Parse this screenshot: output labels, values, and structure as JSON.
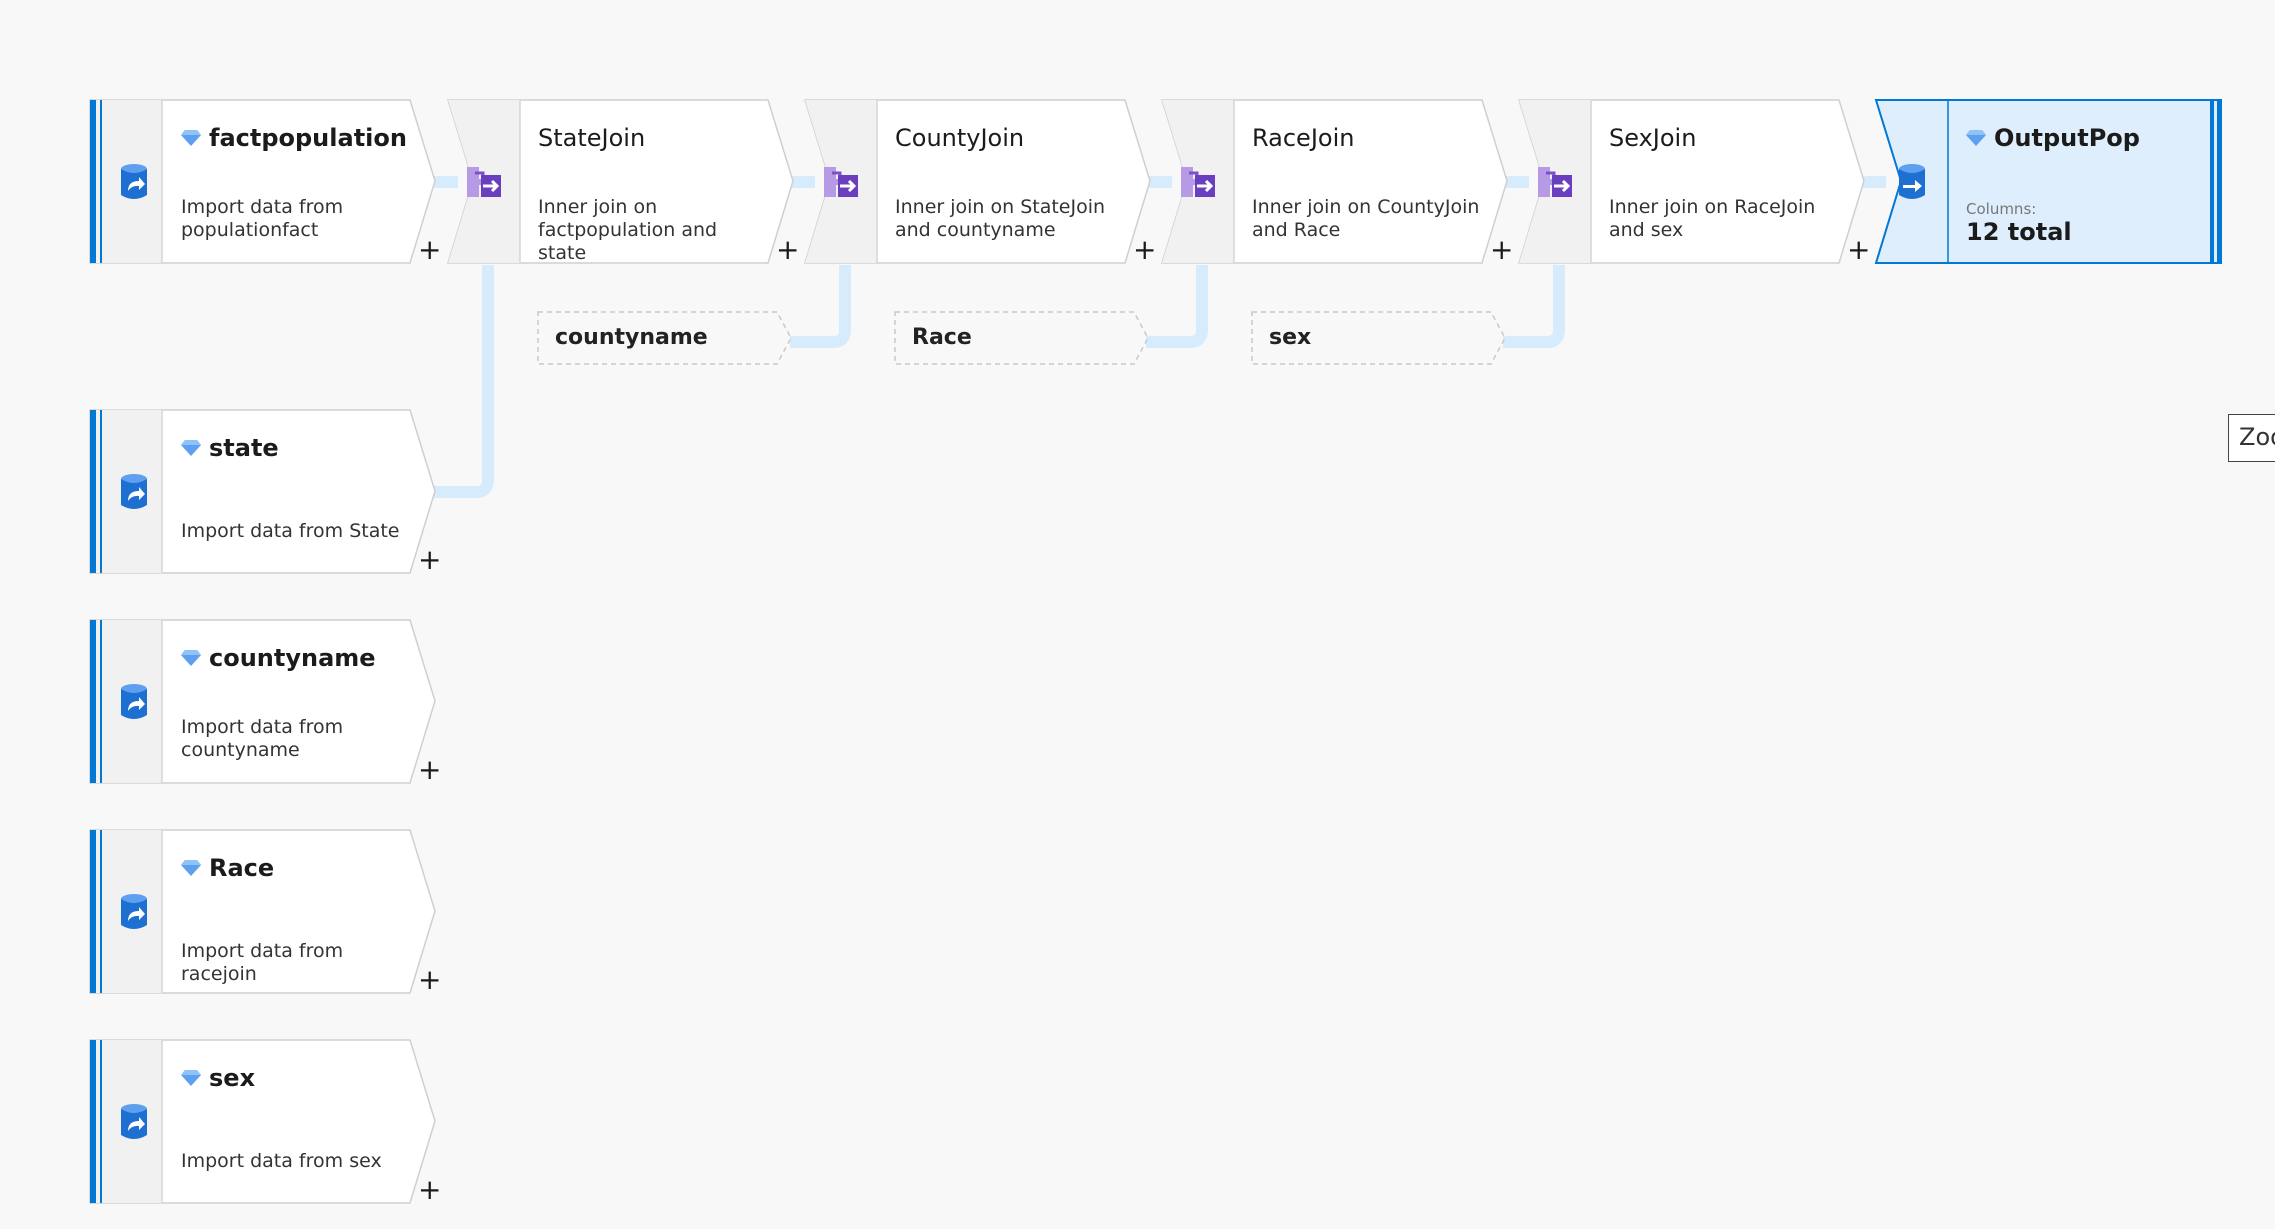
{
  "sources": [
    {
      "id": "factpopulation",
      "title": "factpopulation",
      "desc": "Import data from populationfact"
    },
    {
      "id": "state",
      "title": "state",
      "desc": "Import data from State"
    },
    {
      "id": "countyname",
      "title": "countyname",
      "desc": "Import data from countyname"
    },
    {
      "id": "race",
      "title": "Race",
      "desc": "Import data from racejoin"
    },
    {
      "id": "sex",
      "title": "sex",
      "desc": "Import data from sex"
    }
  ],
  "joins": [
    {
      "id": "statejoin",
      "title": "StateJoin",
      "desc": "Inner join on factpopulation and state"
    },
    {
      "id": "countyjoin",
      "title": "CountyJoin",
      "desc": "Inner join on StateJoin and countyname"
    },
    {
      "id": "racejoin",
      "title": "RaceJoin",
      "desc": "Inner join on CountyJoin and Race"
    },
    {
      "id": "sexjoin",
      "title": "SexJoin",
      "desc": "Inner join on RaceJoin and sex"
    }
  ],
  "refs": [
    {
      "label": "countyname"
    },
    {
      "label": "Race"
    },
    {
      "label": "sex"
    }
  ],
  "output": {
    "title": "OutputPop",
    "columns_label": "Columns:",
    "columns_value": "12 total"
  },
  "add_symbol": "+",
  "zoom_tooltip": "Zoo",
  "icons": {
    "source": "database-source-icon",
    "join": "join-icon",
    "sink": "database-sink-icon",
    "gem": "dataset-gem-icon"
  },
  "colors": {
    "accent": "#0078d4",
    "output_fill": "#deeefc",
    "line": "#d6ebfc",
    "join_icon": "#7b50c9"
  }
}
